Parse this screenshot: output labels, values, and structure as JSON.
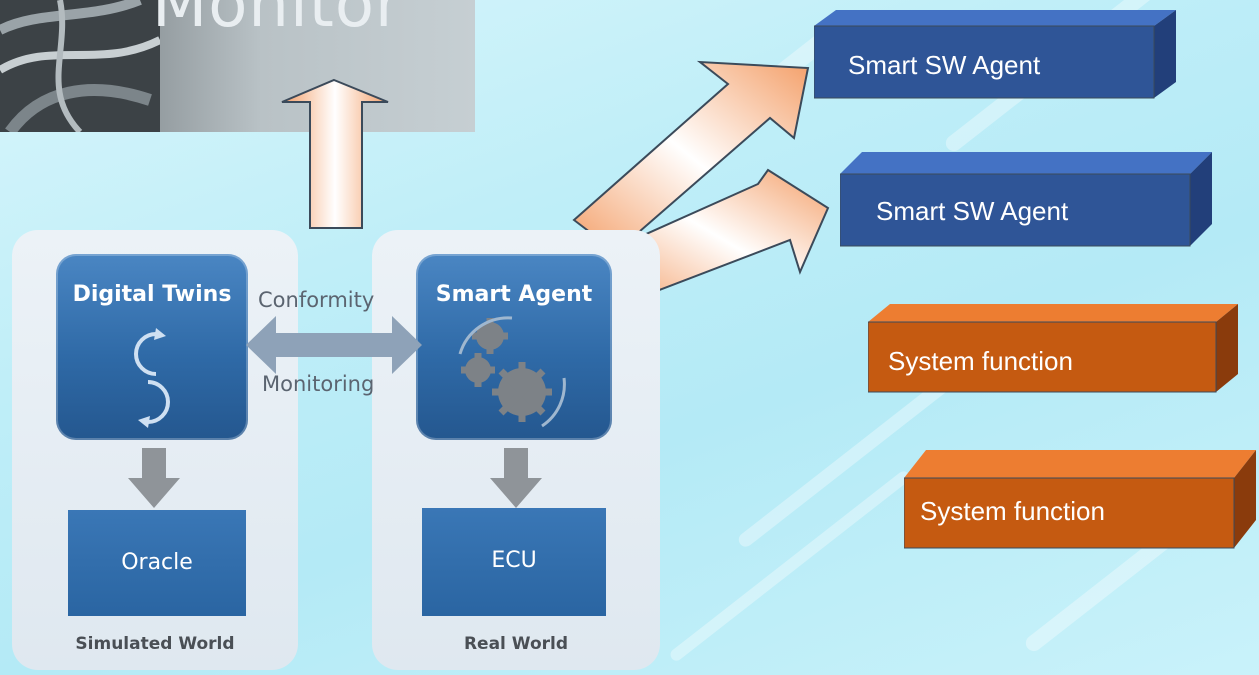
{
  "monitor": {
    "label": "Monitor"
  },
  "simulated_world": {
    "label": "Simulated World",
    "twins_title": "Digital Twins",
    "oracle_label": "Oracle"
  },
  "real_world": {
    "label": "Real World",
    "agent_title": "Smart Agent",
    "ecu_label": "ECU"
  },
  "link": {
    "top_label": "Conformity",
    "bottom_label": "Monitoring"
  },
  "agents": [
    {
      "label": "Smart SW Agent",
      "color": "#2f5597"
    },
    {
      "label": "Smart SW Agent",
      "color": "#2f5597"
    }
  ],
  "functions": [
    {
      "label": "System function",
      "color": "#c55a11"
    },
    {
      "label": "System function",
      "color": "#c55a11"
    }
  ]
}
